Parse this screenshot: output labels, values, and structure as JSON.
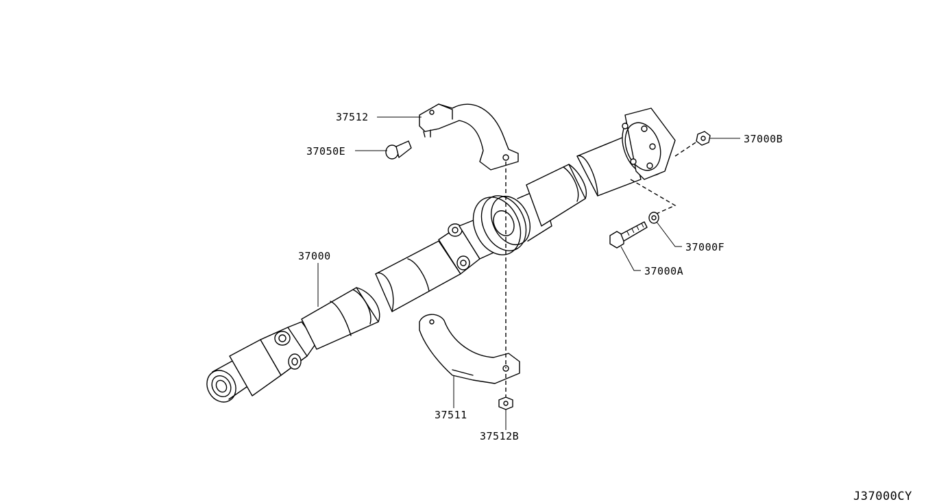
{
  "diagram": {
    "parts": [
      {
        "id": "37512",
        "label": "37512"
      },
      {
        "id": "37050E",
        "label": "37050E"
      },
      {
        "id": "37000B",
        "label": "37000B"
      },
      {
        "id": "37000F",
        "label": "37000F"
      },
      {
        "id": "37000A",
        "label": "37000A"
      },
      {
        "id": "37000",
        "label": "37000"
      },
      {
        "id": "37511",
        "label": "37511"
      },
      {
        "id": "37512B",
        "label": "37512B"
      }
    ],
    "diagram_code": "J37000CY"
  }
}
